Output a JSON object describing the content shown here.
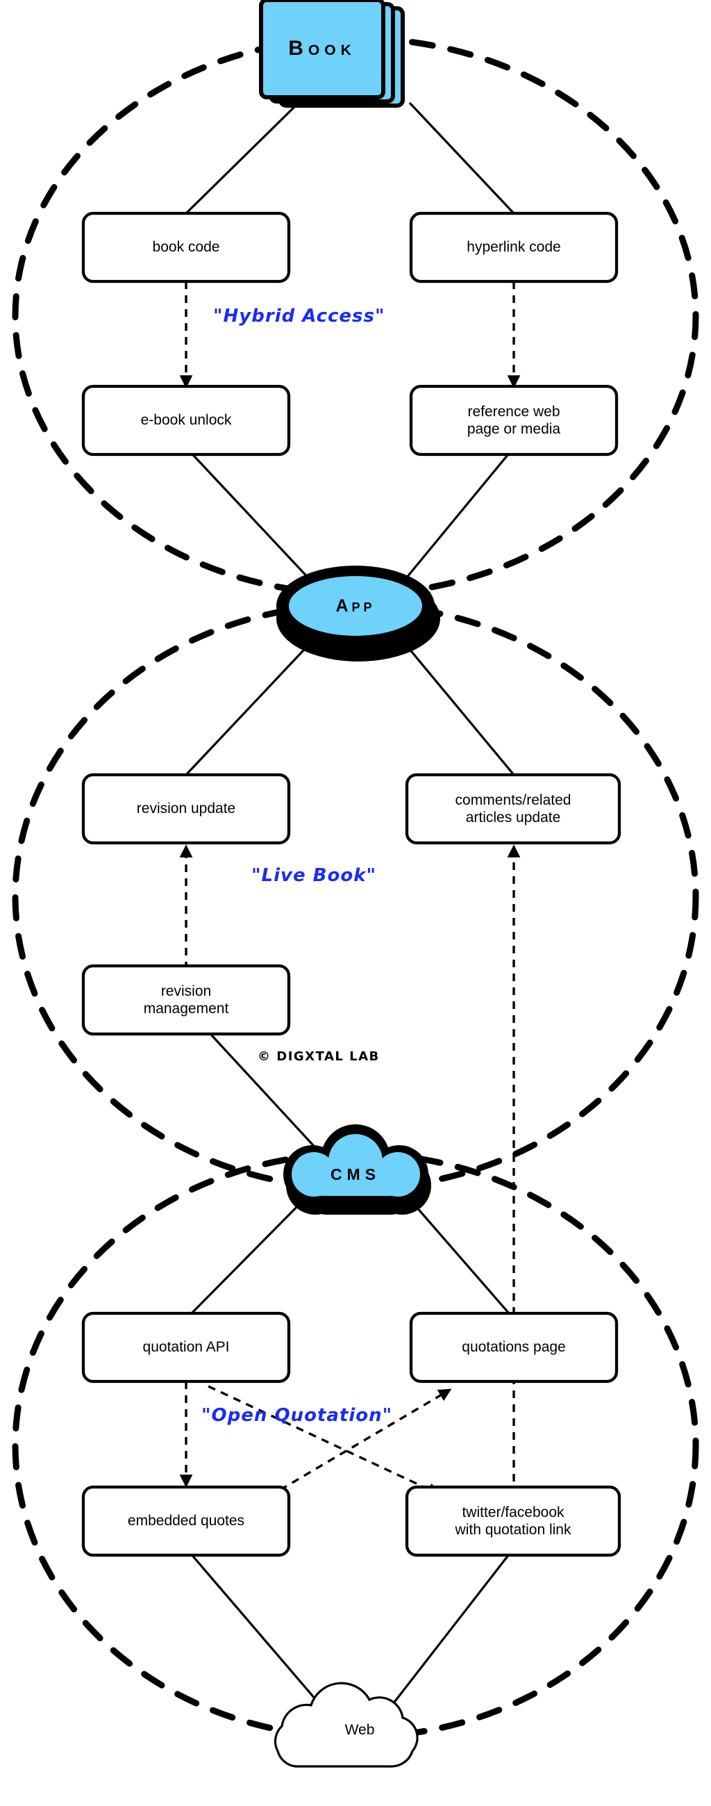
{
  "diagram": {
    "title": "Hybrid Access / Live Book / Open Quotation concept map",
    "colors": {
      "node_fill": "#6fd2fb",
      "box_fill": "#ffffff",
      "stroke": "#000000",
      "phrase": "#1a2cf5"
    },
    "hubs": [
      {
        "id": "book",
        "label": "Book",
        "shape": "book-stack",
        "fill": "#6fd2fb"
      },
      {
        "id": "app",
        "label": "App",
        "shape": "ellipse-3d",
        "fill": "#6fd2fb"
      },
      {
        "id": "cms",
        "label": "CMS",
        "shape": "cloud-3d",
        "fill": "#6fd2fb"
      },
      {
        "id": "web",
        "label": "Web",
        "shape": "cloud-plain",
        "fill": "#ffffff"
      }
    ],
    "boxes": [
      {
        "id": "book-code",
        "label": "book code"
      },
      {
        "id": "hyperlink-code",
        "label": "hyperlink code"
      },
      {
        "id": "ebook-unlock",
        "label": "e-book unlock"
      },
      {
        "id": "reference-web",
        "label": "reference web\npage or media",
        "line1": "reference web",
        "line2": "page or media"
      },
      {
        "id": "revision-update",
        "label": "revision update"
      },
      {
        "id": "comments-related",
        "label": "comments/related\narticles update",
        "line1": "comments/related",
        "line2": "articles update"
      },
      {
        "id": "revision-management",
        "label": "revision\nmanagement",
        "line1": "revision",
        "line2": "management"
      },
      {
        "id": "quotation-api",
        "label": "quotation API"
      },
      {
        "id": "quotations-page",
        "label": "quotations page"
      },
      {
        "id": "embedded-quotes",
        "label": "embedded quotes"
      },
      {
        "id": "twitter-facebook",
        "label": "twitter/facebook\nwith quotation link",
        "line1": "twitter/facebook",
        "line2": "with quotation link"
      }
    ],
    "phrases": [
      {
        "id": "hybrid-access",
        "text": "\"Hybrid Access\""
      },
      {
        "id": "live-book",
        "text": "\"Live Book\""
      },
      {
        "id": "open-quotation",
        "text": "\"Open Quotation\""
      }
    ],
    "credit": "© DIGXTAL LAB"
  }
}
